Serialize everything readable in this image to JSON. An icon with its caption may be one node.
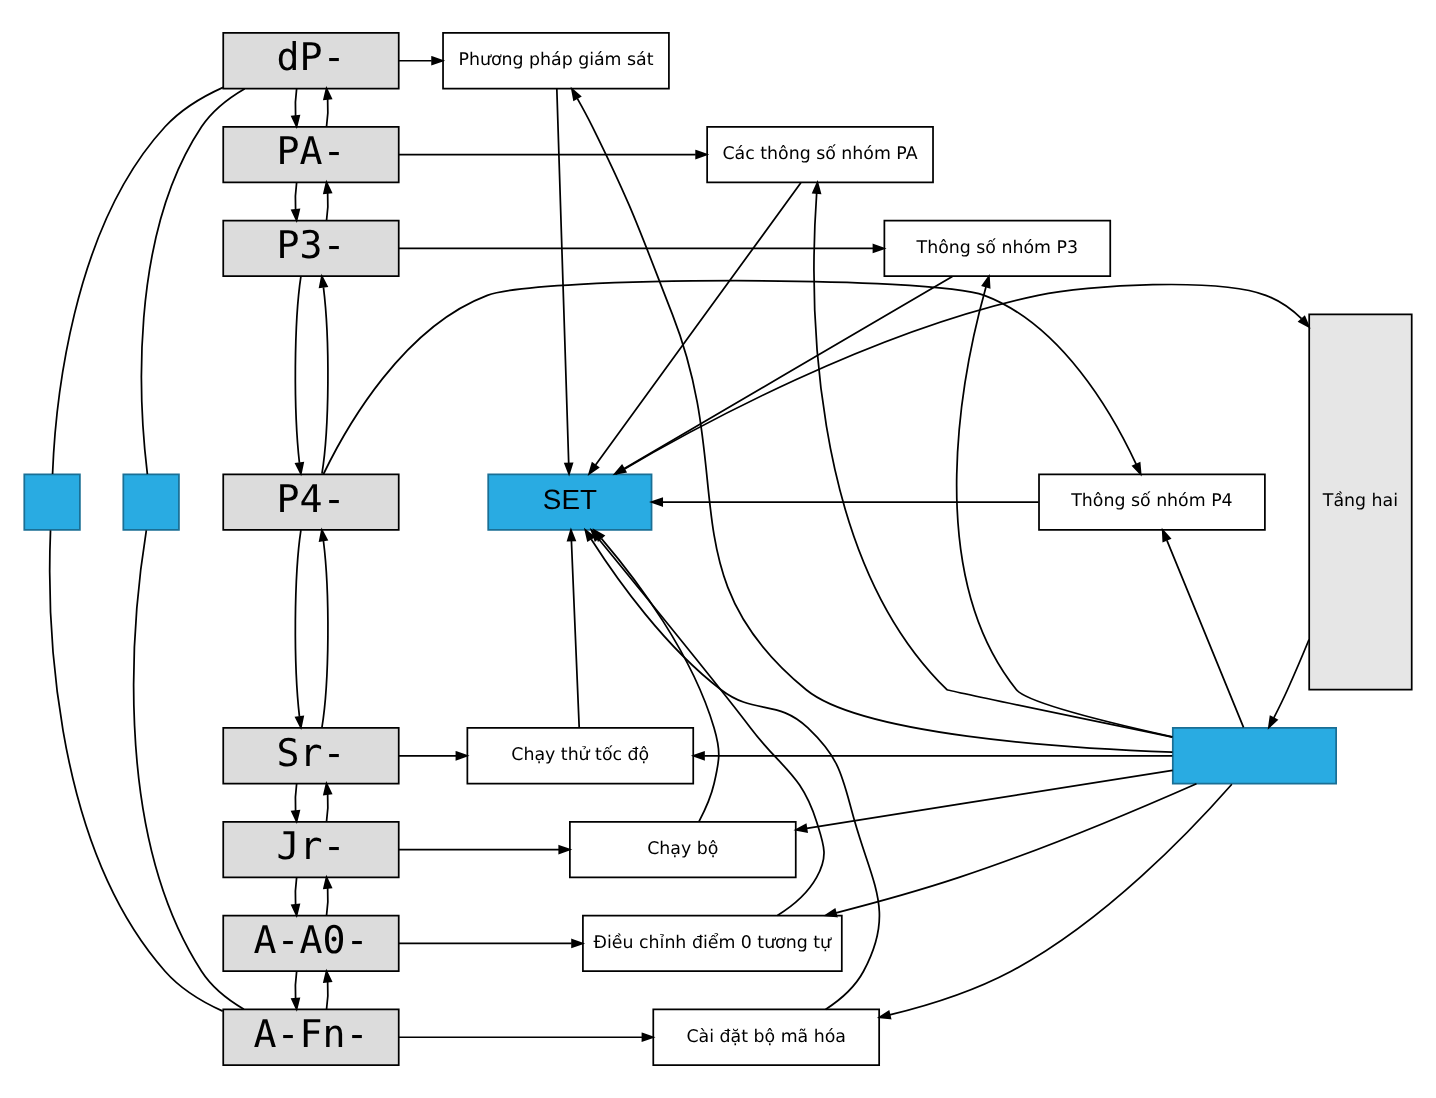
{
  "diagram": {
    "nodes": [
      {
        "text": [],
        "shape": "box"
      },
      {
        "text": [],
        "shape": "box"
      },
      {
        "text": [
          "dP-"
        ]
      },
      {
        "text": [
          "PA-"
        ]
      },
      {
        "text": [
          "P3-"
        ]
      },
      {
        "text": [
          "P4-"
        ]
      },
      {
        "text": [
          "Sr-"
        ]
      },
      {
        "text": [
          "Jr-"
        ]
      },
      {
        "text": [
          "A-A0-"
        ]
      },
      {
        "text": [
          "A-Fn-"
        ]
      },
      {
        "text": [
          "Phương pháp giám sát"
        ]
      },
      {
        "text": [
          "Các thông số nhóm PA"
        ]
      },
      {
        "text": [
          "Thông số nhóm P3"
        ]
      },
      {
        "text": [
          "Thông số nhóm P4"
        ]
      },
      {
        "text": [
          "Chạy thử tốc độ"
        ]
      },
      {
        "text": [
          "Chạy bộ"
        ]
      },
      {
        "text": [
          "Điều chỉnh điểm 0 tương tự"
        ]
      },
      {
        "text": [
          "Cài đặt bộ mã hóa"
        ]
      },
      {
        "text": [
          "SET"
        ]
      },
      {
        "text": [],
        "shape": "box"
      },
      {
        "text": [
          "Tầng hai"
        ]
      }
    ],
    "edges": [
      {
        "from": 2,
        "to": 3,
        "arrow": "to"
      },
      {
        "from": 3,
        "to": 2,
        "arrow": "to"
      },
      {
        "from": 3,
        "to": 4,
        "arrow": "to"
      },
      {
        "from": 4,
        "to": 3,
        "arrow": "to"
      },
      {
        "from": 4,
        "to": 5,
        "arrow": "to"
      },
      {
        "from": 5,
        "to": 4,
        "arrow": "to"
      },
      {
        "from": 5,
        "to": 6,
        "arrow": "to"
      },
      {
        "from": 6,
        "to": 5,
        "arrow": "to"
      },
      {
        "from": 6,
        "to": 7,
        "arrow": "to"
      },
      {
        "from": 7,
        "to": 6,
        "arrow": "to"
      },
      {
        "from": 7,
        "to": 8,
        "arrow": "to"
      },
      {
        "from": 8,
        "to": 7,
        "arrow": "to"
      },
      {
        "from": 8,
        "to": 9,
        "arrow": "to"
      },
      {
        "from": 9,
        "to": 8,
        "arrow": "to"
      },
      {
        "from": 2,
        "to": 0,
        "arrow": "none"
      },
      {
        "from": 0,
        "to": 9,
        "arrow": "none"
      },
      {
        "from": 9,
        "to": 1,
        "arrow": "none"
      },
      {
        "from": 1,
        "to": 2,
        "arrow": "none"
      },
      {
        "from": 2,
        "to": 10,
        "arrow": "to"
      },
      {
        "from": 3,
        "to": 11,
        "arrow": "to"
      },
      {
        "from": 4,
        "to": 12,
        "arrow": "to"
      },
      {
        "from": 5,
        "to": 13,
        "arrow": "to"
      },
      {
        "from": 6,
        "to": 14,
        "arrow": "to"
      },
      {
        "from": 7,
        "to": 15,
        "arrow": "to"
      },
      {
        "from": 8,
        "to": 16,
        "arrow": "to"
      },
      {
        "from": 9,
        "to": 17,
        "arrow": "to"
      },
      {
        "from": 10,
        "to": 18,
        "arrow": "to"
      },
      {
        "from": 11,
        "to": 18,
        "arrow": "to"
      },
      {
        "from": 12,
        "to": 18,
        "arrow": "to"
      },
      {
        "from": 13,
        "to": 18,
        "arrow": "to"
      },
      {
        "from": 14,
        "to": 18,
        "arrow": "to"
      },
      {
        "from": 15,
        "to": 18,
        "arrow": "to"
      },
      {
        "from": 16,
        "to": 18,
        "arrow": "to"
      },
      {
        "from": 17,
        "to": 18,
        "arrow": "to"
      },
      {
        "from": 19,
        "to": 10,
        "arrow": "to"
      },
      {
        "from": 19,
        "to": 11,
        "arrow": "to"
      },
      {
        "from": 19,
        "to": 12,
        "arrow": "to"
      },
      {
        "from": 19,
        "to": 13,
        "arrow": "to"
      },
      {
        "from": 19,
        "to": 14,
        "arrow": "to"
      },
      {
        "from": 19,
        "to": 15,
        "arrow": "to"
      },
      {
        "from": 19,
        "to": 16,
        "arrow": "to"
      },
      {
        "from": 19,
        "to": 17,
        "arrow": "to"
      },
      {
        "from": 18,
        "to": 20,
        "arrow": "to"
      },
      {
        "from": 20,
        "to": 19,
        "arrow": "to"
      }
    ]
  }
}
